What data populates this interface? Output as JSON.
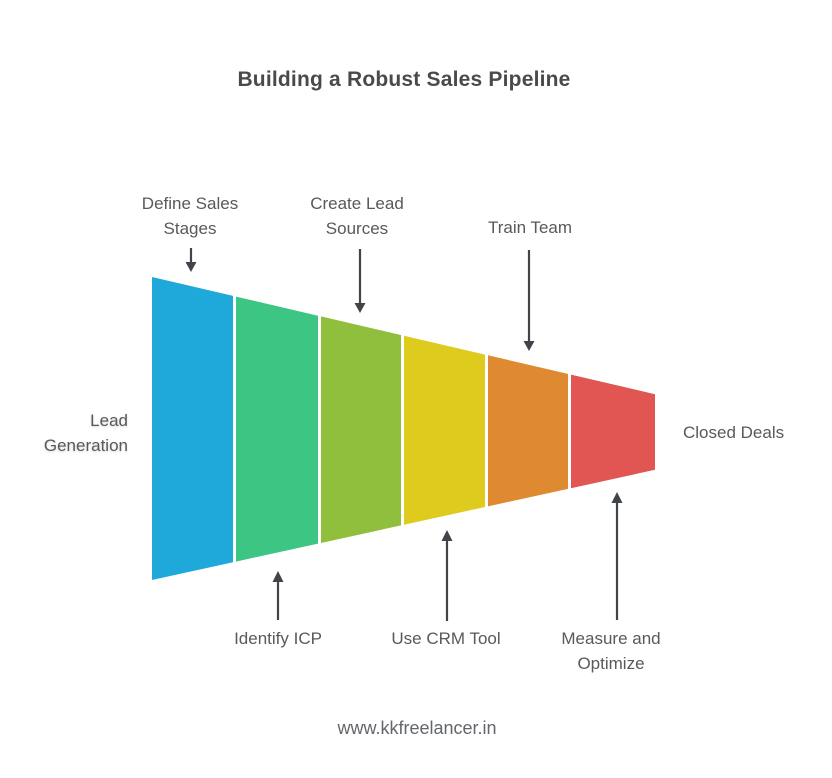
{
  "title": "Building a Robust Sales Pipeline",
  "footer": "www.kkfreelancer.in",
  "funnel": {
    "type": "funnel",
    "orientation": "horizontal-left-to-right",
    "entry_label": {
      "text": "Lead Generation",
      "line1": "Lead",
      "line2": "Generation"
    },
    "exit_label": {
      "text": "Closed Deals"
    },
    "steps": [
      {
        "label": "Define Sales Stages",
        "line1": "Define Sales",
        "line2": "Stages",
        "position": "top",
        "color": "#1FA9DA"
      },
      {
        "label": "Identify ICP",
        "line1": "Identify ICP",
        "line2": "",
        "position": "bottom",
        "color": "#3DC584"
      },
      {
        "label": "Create Lead Sources",
        "line1": "Create Lead",
        "line2": "Sources",
        "position": "top",
        "color": "#90BE3D"
      },
      {
        "label": "Use CRM Tool",
        "line1": "Use CRM Tool",
        "line2": "",
        "position": "bottom",
        "color": "#DECB1E"
      },
      {
        "label": "Train Team",
        "line1": "Train Team",
        "line2": "",
        "position": "top",
        "color": "#DF8A31"
      },
      {
        "label": "Measure and Optimize",
        "line1": "Measure and",
        "line2": "Optimize",
        "position": "bottom",
        "color": "#E15553"
      }
    ]
  },
  "colors": {
    "label": "#58595B",
    "title": "#4A4A4A",
    "arrow": "#414549",
    "footer": "#63666A",
    "background": "#FFFFFF"
  }
}
